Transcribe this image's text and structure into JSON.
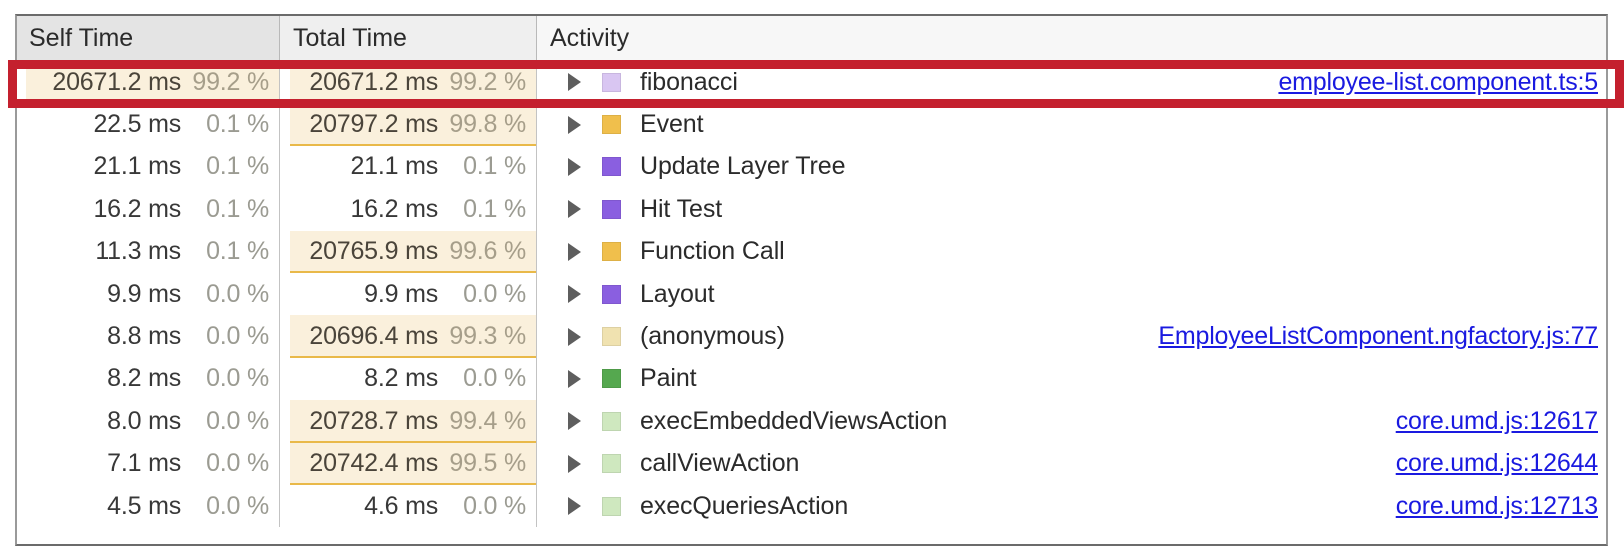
{
  "table": {
    "columns": [
      {
        "key": "self_time",
        "label": "Self Time"
      },
      {
        "key": "total_time",
        "label": "Total Time"
      },
      {
        "key": "activity",
        "label": "Activity"
      }
    ],
    "rows": [
      {
        "self_ms": "20671.2 ms",
        "self_pct": "99.2 %",
        "self_highlight": true,
        "total_ms": "20671.2 ms",
        "total_pct": "99.2 %",
        "total_highlight": true,
        "activity": "fibonacci",
        "swatch_color": "#d9c6f2",
        "link": "employee-list.component.ts:5",
        "annotated": true
      },
      {
        "self_ms": "22.5 ms",
        "self_pct": "0.1 %",
        "self_highlight": false,
        "total_ms": "20797.2 ms",
        "total_pct": "99.8 %",
        "total_highlight": true,
        "activity": "Event",
        "swatch_color": "#f0bf4c",
        "link": "",
        "annotated": false
      },
      {
        "self_ms": "21.1 ms",
        "self_pct": "0.1 %",
        "self_highlight": false,
        "total_ms": "21.1 ms",
        "total_pct": "0.1 %",
        "total_highlight": false,
        "activity": "Update Layer Tree",
        "swatch_color": "#8a5fe0",
        "link": "",
        "annotated": false
      },
      {
        "self_ms": "16.2 ms",
        "self_pct": "0.1 %",
        "self_highlight": false,
        "total_ms": "16.2 ms",
        "total_pct": "0.1 %",
        "total_highlight": false,
        "activity": "Hit Test",
        "swatch_color": "#8a5fe0",
        "link": "",
        "annotated": false
      },
      {
        "self_ms": "11.3 ms",
        "self_pct": "0.1 %",
        "self_highlight": false,
        "total_ms": "20765.9 ms",
        "total_pct": "99.6 %",
        "total_highlight": true,
        "activity": "Function Call",
        "swatch_color": "#f0bf4c",
        "link": "",
        "annotated": false
      },
      {
        "self_ms": "9.9 ms",
        "self_pct": "0.0 %",
        "self_highlight": false,
        "total_ms": "9.9 ms",
        "total_pct": "0.0 %",
        "total_highlight": false,
        "activity": "Layout",
        "swatch_color": "#8a5fe0",
        "link": "",
        "annotated": false
      },
      {
        "self_ms": "8.8 ms",
        "self_pct": "0.0 %",
        "self_highlight": false,
        "total_ms": "20696.4 ms",
        "total_pct": "99.3 %",
        "total_highlight": true,
        "activity": "(anonymous)",
        "swatch_color": "#f0e2b0",
        "link": "EmployeeListComponent.ngfactory.js:77",
        "annotated": false
      },
      {
        "self_ms": "8.2 ms",
        "self_pct": "0.0 %",
        "self_highlight": false,
        "total_ms": "8.2 ms",
        "total_pct": "0.0 %",
        "total_highlight": false,
        "activity": "Paint",
        "swatch_color": "#55a council",
        "link": "",
        "annotated": false
      },
      {
        "self_ms": "8.0 ms",
        "self_pct": "0.0 %",
        "self_highlight": false,
        "total_ms": "20728.7 ms",
        "total_pct": "99.4 %",
        "total_highlight": true,
        "activity": "execEmbeddedViewsAction",
        "swatch_color": "#cfe8bf",
        "link": "core.umd.js:12617",
        "annotated": false
      },
      {
        "self_ms": "7.1 ms",
        "self_pct": "0.0 %",
        "self_highlight": false,
        "total_ms": "20742.4 ms",
        "total_pct": "99.5 %",
        "total_highlight": true,
        "activity": "callViewAction",
        "swatch_color": "#cfe8bf",
        "link": "core.umd.js:12644",
        "annotated": false
      },
      {
        "self_ms": "4.5 ms",
        "self_pct": "0.0 %",
        "self_highlight": false,
        "total_ms": "4.6 ms",
        "total_pct": "0.0 %",
        "total_highlight": false,
        "activity": "execQueriesAction",
        "swatch_color": "#cfe8bf",
        "link": "core.umd.js:12713",
        "annotated": false
      }
    ]
  },
  "colors": {
    "annotation_red": "#c4202e",
    "highlight_fill": "#faf0dc",
    "highlight_bar": "#e9b949",
    "link": "#1a1ae0",
    "header_bg": "#e4e4e4"
  }
}
